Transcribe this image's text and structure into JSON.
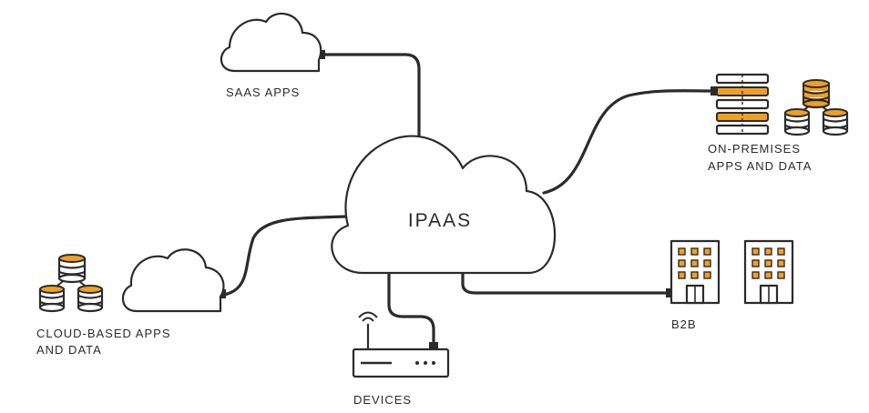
{
  "center": {
    "label": "IPAAS"
  },
  "nodes": {
    "saas": {
      "label": "SAAS APPS"
    },
    "on_premises": {
      "label_lines": [
        "ON-PREMISES",
        "APPS AND DATA"
      ]
    },
    "cloud_based": {
      "label_lines": [
        "CLOUD-BASED APPS",
        "AND DATA"
      ]
    },
    "devices": {
      "label": "DEVICES"
    },
    "b2b": {
      "label": "B2B"
    }
  },
  "colors": {
    "accent": "#f0a020",
    "ink": "#2b2b2b",
    "background": "#ffffff"
  },
  "icons": [
    "cloud-icon",
    "database-cluster-icon",
    "server-rack-icon",
    "router-icon",
    "office-building-icon"
  ]
}
